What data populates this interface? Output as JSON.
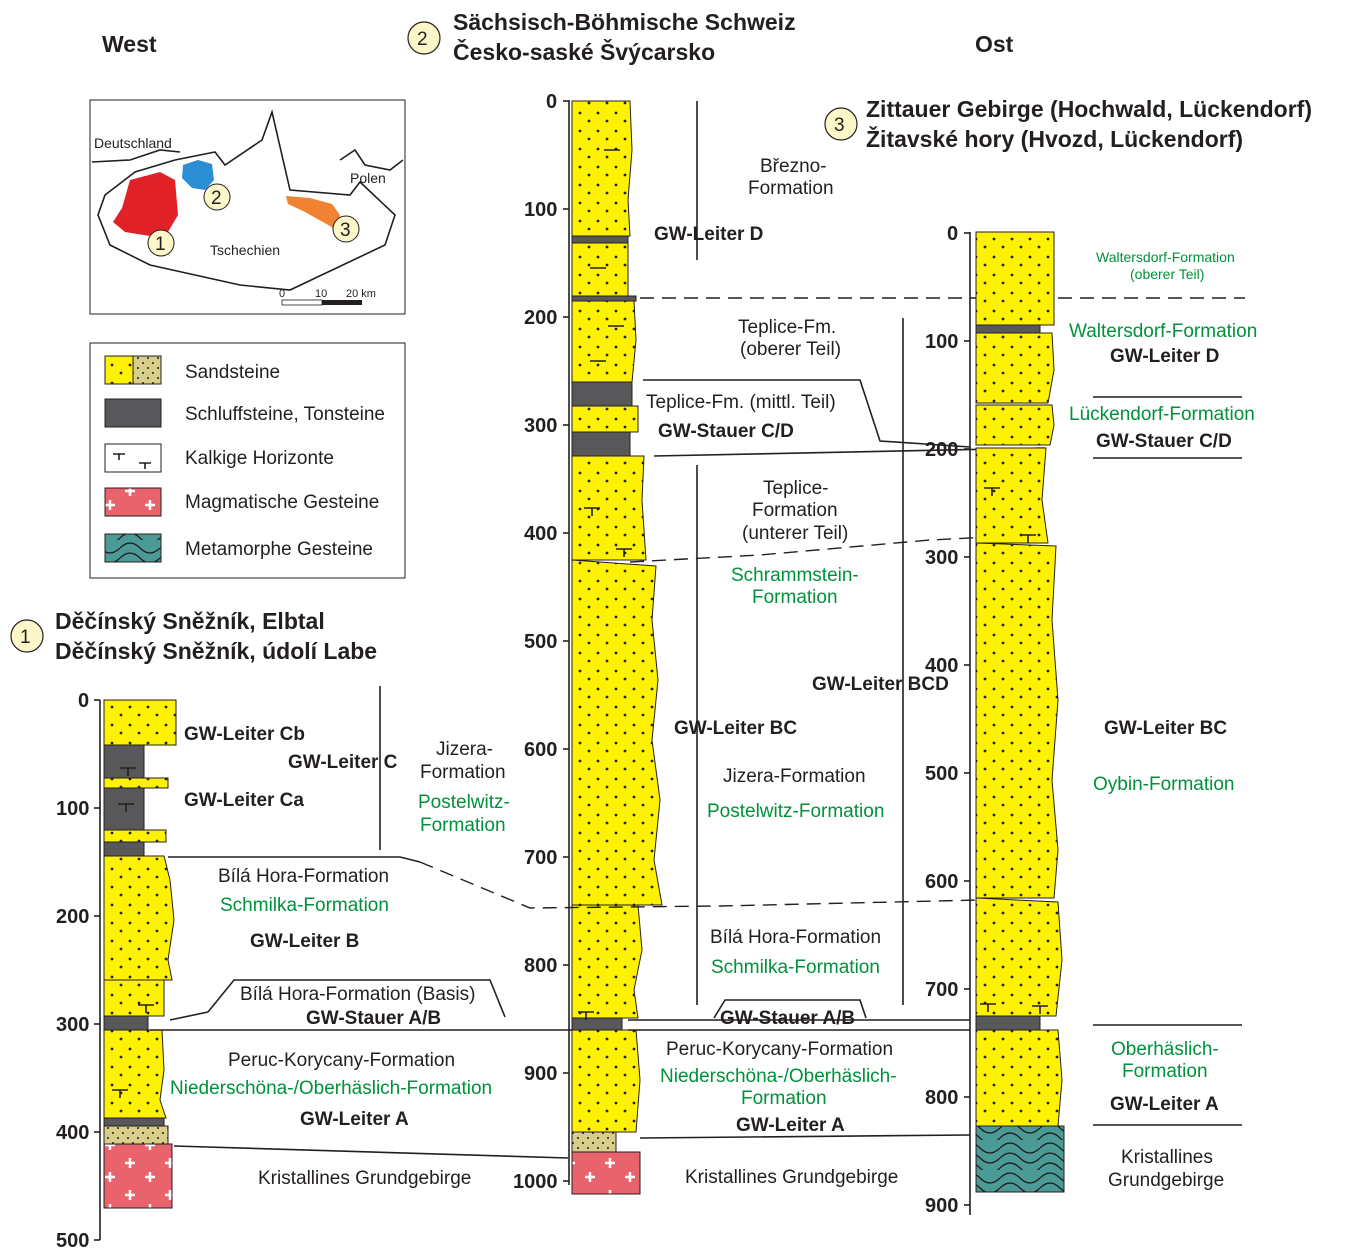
{
  "colors": {
    "sandstone": "#fff200",
    "siltstone": "#58585a",
    "magmatic": "#e8636b",
    "metamorphic": "#4a9a96",
    "silt_sand": "#d9cd8a",
    "area1": "#e02127",
    "area2": "#2b8ed4",
    "area3": "#f08232",
    "label_green": "#00913a",
    "text": "#231f20"
  },
  "headers": {
    "west": "West",
    "east": "Ost",
    "s1_num": "1",
    "s1_line1": "Děčínský Sněžník, Elbtal",
    "s1_line2": "Děčínský Sněžník, údolí Labe",
    "s2_num": "2",
    "s2_line1": "Sächsisch-Böhmische Schweiz",
    "s2_line2": "Česko-saské Švýcarsko",
    "s3_num": "3",
    "s3_line1": "Zittauer Gebirge (Hochwald, Lückendorf)",
    "s3_line2": "Žitavské hory (Hvozd, Lückendorf)"
  },
  "map": {
    "country_de": "Deutschland",
    "country_pl": "Polen",
    "country_cz": "Tschechien",
    "marker1": "1",
    "marker2": "2",
    "marker3": "3",
    "scale0": "0",
    "scale10": "10",
    "scale20": "20 km"
  },
  "legend": {
    "sandstone": "Sandsteine",
    "siltstone": "Schluffsteine, Tonsteine",
    "calcareous": "Kalkige Horizonte",
    "magmatic": "Magmatische Gesteine",
    "metamorphic": "Metamorphe Gesteine"
  },
  "ticks1": [
    "0",
    "100",
    "200",
    "300",
    "400",
    "500"
  ],
  "ticks2": [
    "0",
    "100",
    "200",
    "300",
    "400",
    "500",
    "600",
    "700",
    "800",
    "900",
    "1000"
  ],
  "ticks3": [
    "0",
    "100",
    "200",
    "300",
    "400",
    "500",
    "600",
    "700",
    "800",
    "900"
  ],
  "labels1": {
    "leiterCb": "GW-Leiter Cb",
    "leiterC": "GW-Leiter C",
    "leiterCa": "GW-Leiter Ca",
    "jizera1": "Jizera-",
    "jizera2": "Formation",
    "postel1": "Postelwitz-",
    "postel2": "Formation",
    "bila": "Bílá Hora-Formation",
    "schmilka": "Schmilka-Formation",
    "leiterB": "GW-Leiter B",
    "bilaBasis": "Bílá Hora-Formation (Basis)",
    "stauerAB": "GW-Stauer A/B",
    "peruc": "Peruc-Korycany-Formation",
    "nieder": "Niederschöna-/Oberhäslich-Formation",
    "leiterA": "GW-Leiter A",
    "krist": "Kristallines Grundgebirge"
  },
  "labels2": {
    "brezno1": "Březno-",
    "brezno2": "Formation",
    "leiterD": "GW-Leiter D",
    "teplOb1": "Teplice-Fm.",
    "teplOb2": "(oberer Teil)",
    "teplMit": "Teplice-Fm. (mittl. Teil)",
    "stauerCD": "GW-Stauer C/D",
    "teplUn1": "Teplice-",
    "teplUn2": "Formation",
    "teplUn3": "(unterer Teil)",
    "schram1": "Schrammstein-",
    "schram2": "Formation",
    "leiterBCD": "GW-Leiter BCD",
    "leiterBC": "GW-Leiter BC",
    "jizera": "Jizera-Formation",
    "postel": "Postelwitz-Formation",
    "bila": "Bílá Hora-Formation",
    "schmilka": "Schmilka-Formation",
    "stauerAB": "GW-Stauer A/B",
    "peruc": "Peruc-Korycany-Formation",
    "nieder1": "Niederschöna-/Oberhäslich-",
    "nieder2": "Formation",
    "leiterA": "GW-Leiter A",
    "krist": "Kristallines Grundgebirge"
  },
  "labels3": {
    "walters1": "Waltersdorf-Formation",
    "walters2": "(oberer Teil)",
    "waltersF": "Waltersdorf-Formation",
    "leiterD": "GW-Leiter D",
    "lueck": "Lückendorf-Formation",
    "stauerCD": "GW-Stauer C/D",
    "leiterBC": "GW-Leiter BC",
    "oybin": "Oybin-Formation",
    "oberh1": "Oberhäslich-",
    "oberh2": "Formation",
    "leiterA": "GW-Leiter A",
    "krist1": "Kristallines",
    "krist2": "Grundgebirge"
  }
}
